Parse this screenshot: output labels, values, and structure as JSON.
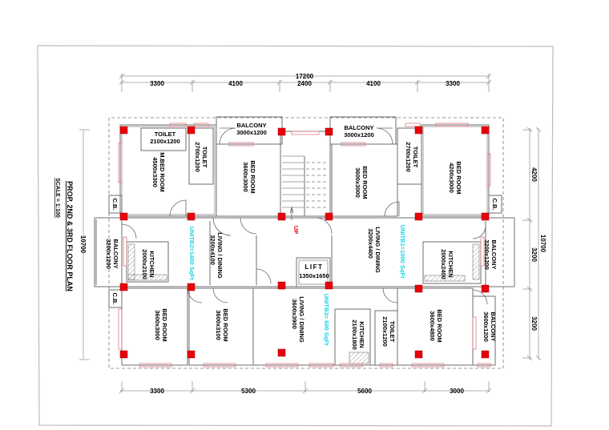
{
  "drawing": {
    "title": "PROP. 2ND & 3RD FLOOR PLAN",
    "scale": "SCALE = 1:100"
  },
  "dimensions": {
    "top_total": "17200",
    "top": [
      "3300",
      "4100",
      "2400",
      "4100",
      "3300"
    ],
    "bottom": [
      "3300",
      "5300",
      "5600",
      "3000"
    ],
    "left_total": "10700",
    "right_total": "10700",
    "right": [
      "4200",
      "3200",
      "3200"
    ]
  },
  "units": {
    "b1": "UNITB1=1000 SqFt",
    "b2": "UNITB2=1400 SqFt",
    "b3": "UNITB3= 600 SqFt"
  },
  "rooms": {
    "toilet_tl": {
      "name": "TOILET",
      "size": "2100x1200"
    },
    "toilet_tl2": {
      "name": "TOILET",
      "size": "2700x1200"
    },
    "mbed_tl": {
      "name": "M.BED ROOM",
      "size": "4500x3300"
    },
    "balcony_top_l": {
      "name": "BALCONY",
      "size": "3000x1200"
    },
    "bed_top_l": {
      "name": "BED ROOM",
      "size": "3600x3000"
    },
    "balcony_top_r": {
      "name": "BALCONY",
      "size": "3000x1200"
    },
    "bed_top_r": {
      "name": "BED ROOM",
      "size": "3600x3000"
    },
    "toilet_tr": {
      "name": "TOILET",
      "size": "2700x1200"
    },
    "bed_tr": {
      "name": "BED ROOM",
      "size": "4200x3000"
    },
    "cb_tl": {
      "name": "C.B."
    },
    "cb_tr": {
      "name": "C.B."
    },
    "cb_bl": {
      "name": "C.B."
    },
    "balcony_ml": {
      "name": "BALCONY",
      "size": "3200x1200"
    },
    "kitchen_ml": {
      "name": "KITCHEN",
      "size": "2000x2100"
    },
    "living_ml": {
      "name": "LIVING / DINING",
      "size": "3200x4100"
    },
    "lift": {
      "name": "LIFT",
      "size": "1350x1650"
    },
    "stair_up": "UP",
    "living_mr": {
      "name": "LIVING / DINING",
      "size": "3200x4400"
    },
    "kitchen_mr": {
      "name": "KITCHEN",
      "size": "2000x2400"
    },
    "balcony_mr": {
      "name": "BALCONY",
      "size": "3200x1200"
    },
    "bed_bl": {
      "name": "BED ROOM",
      "size": "3600x3000"
    },
    "bed_bl2": {
      "name": "BED ROOM",
      "size": "3600x3100"
    },
    "living_bm": {
      "name": "LIVING / DINING",
      "size": "3600x3900"
    },
    "kitchen_bm": {
      "name": "KITCHEN",
      "size": "2100x1800"
    },
    "toilet_bm": {
      "name": "TOILET",
      "size": "2100x1200"
    },
    "bed_br": {
      "name": "BED ROOM",
      "size": "3600x4800"
    },
    "balcony_br": {
      "name": "BALCONY",
      "size": "3600x1200"
    }
  },
  "colors": {
    "column": "#e8000b",
    "unit_label": "#19d2ea",
    "window": "#e07a84",
    "wall": "#6e6e6e"
  }
}
